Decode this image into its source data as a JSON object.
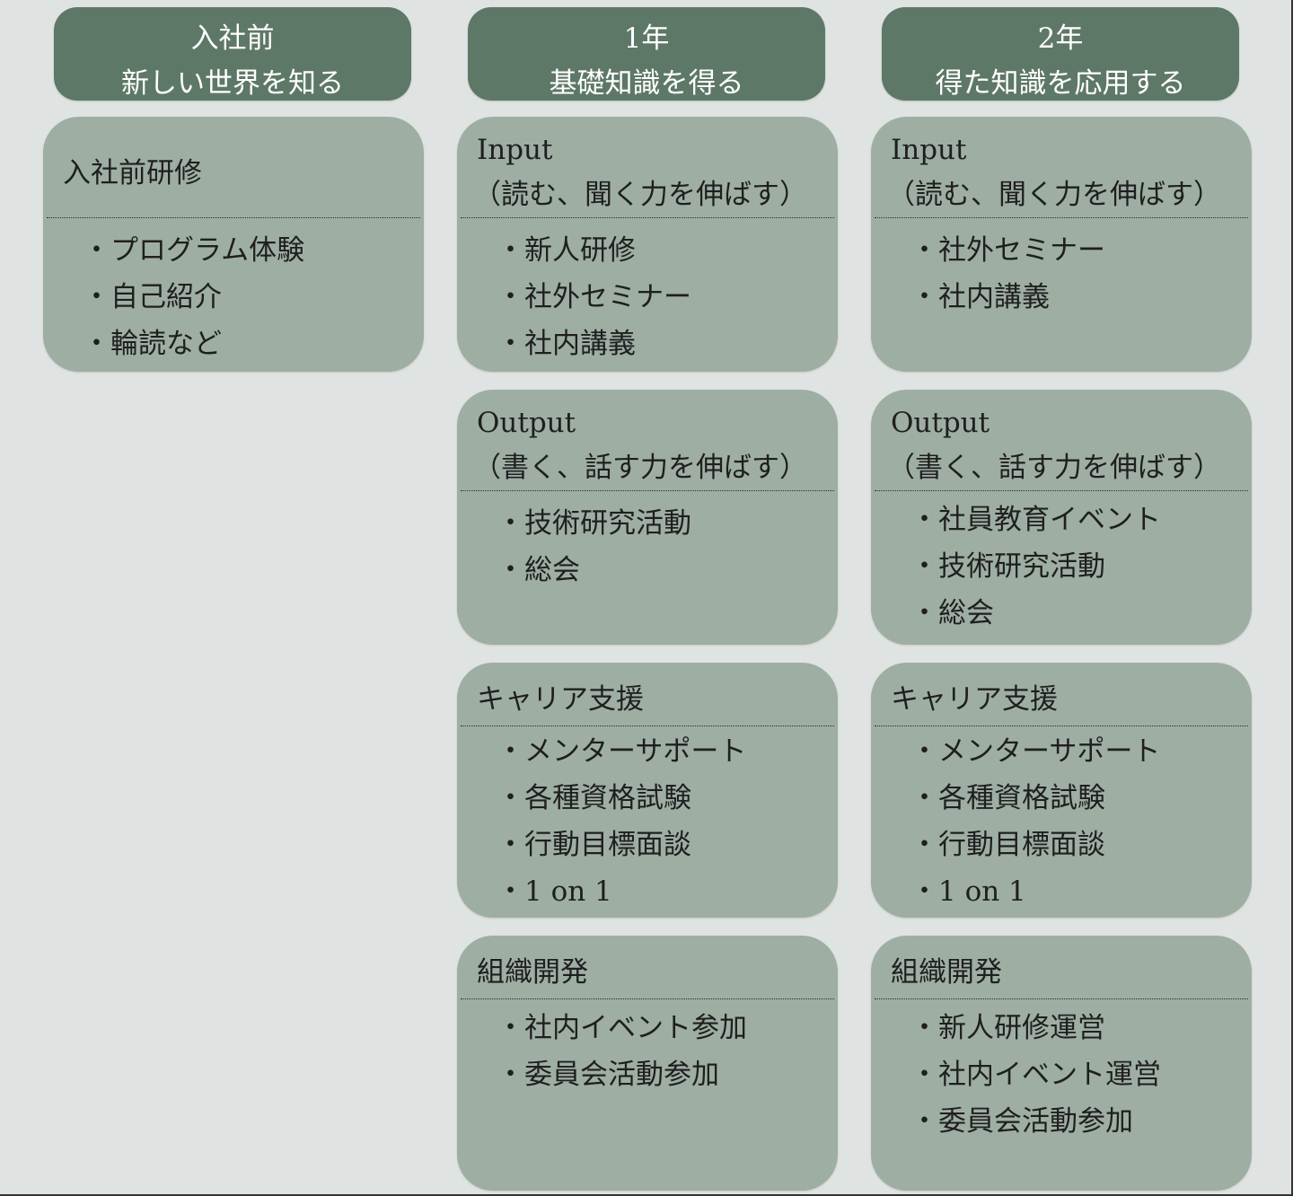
{
  "columns": [
    {
      "header": {
        "line1": "入社前",
        "line2": "新しい世界を知る"
      },
      "cards": [
        {
          "title": [
            "入社前研修"
          ],
          "items": [
            "・プログラム体験",
            "・自己紹介",
            "・輪読など"
          ]
        }
      ]
    },
    {
      "header": {
        "line1": "1年",
        "line2": "基礎知識を得る"
      },
      "cards": [
        {
          "title": [
            "Input",
            "（読む、聞く力を伸ばす）"
          ],
          "items": [
            "・新人研修",
            "・社外セミナー",
            "・社内講義"
          ]
        },
        {
          "title": [
            "Output",
            "（書く、話す力を伸ばす）"
          ],
          "items": [
            "・技術研究活動",
            "・総会"
          ]
        },
        {
          "title": [
            "キャリア支援"
          ],
          "items": [
            "・メンターサポート",
            "・各種資格試験",
            "・行動目標面談",
            "・1 on 1"
          ]
        },
        {
          "title": [
            "組織開発"
          ],
          "items": [
            "・社内イベント参加",
            "・委員会活動参加"
          ]
        }
      ]
    },
    {
      "header": {
        "line1": "2年",
        "line2": "得た知識を応用する"
      },
      "cards": [
        {
          "title": [
            "Input",
            "（読む、聞く力を伸ばす）"
          ],
          "items": [
            "・社外セミナー",
            "・社内講義"
          ]
        },
        {
          "title": [
            "Output",
            "（書く、話す力を伸ばす）"
          ],
          "items": [
            "・社員教育イベント",
            "・技術研究活動",
            "・総会"
          ]
        },
        {
          "title": [
            "キャリア支援"
          ],
          "items": [
            "・メンターサポート",
            "・各種資格試験",
            "・行動目標面談",
            "・1 on 1"
          ]
        },
        {
          "title": [
            "組織開発"
          ],
          "items": [
            "・新人研修運営",
            "・社内イベント運営",
            "・委員会活動参加"
          ]
        }
      ]
    }
  ]
}
